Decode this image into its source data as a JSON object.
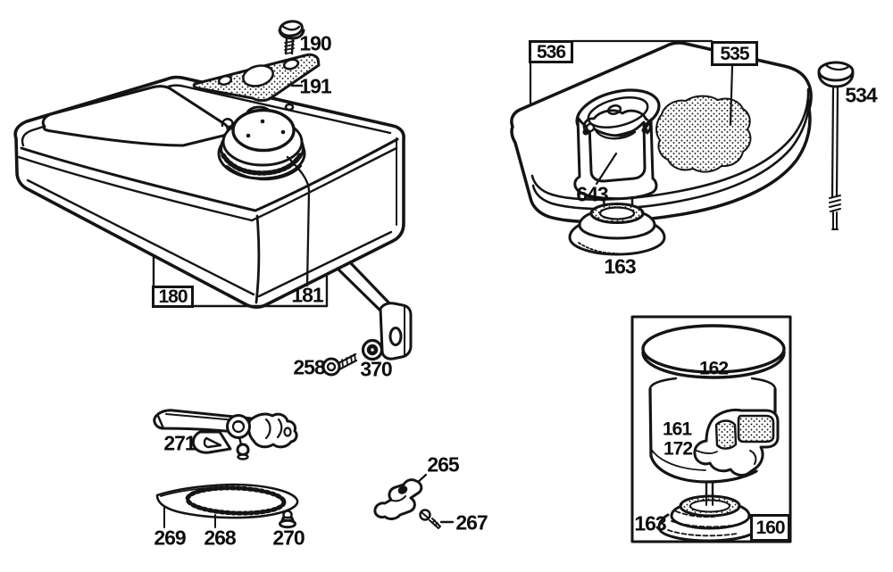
{
  "colors": {
    "background": "#ffffff",
    "line": "#141414",
    "text": "#0d0d0d"
  },
  "callouts": {
    "c190": "190",
    "c191": "191",
    "c180": "180",
    "c181": "181",
    "c258": "258",
    "c370": "370",
    "c271": "271",
    "c269": "269",
    "c268": "268",
    "c270": "270",
    "c265": "265",
    "c267": "267",
    "c536": "536",
    "c535": "535",
    "c534": "534",
    "c643": "643",
    "c163_air": "163",
    "c162": "162",
    "c161": "161",
    "c172": "172",
    "c163_cart": "163",
    "c160": "160"
  },
  "part_numbers": [
    "160",
    "161",
    "162",
    "163",
    "172",
    "180",
    "181",
    "190",
    "191",
    "258",
    "265",
    "267",
    "268",
    "269",
    "270",
    "271",
    "370",
    "534",
    "535",
    "536",
    "643"
  ],
  "boxed_callouts": [
    "180",
    "536",
    "535",
    "160"
  ]
}
